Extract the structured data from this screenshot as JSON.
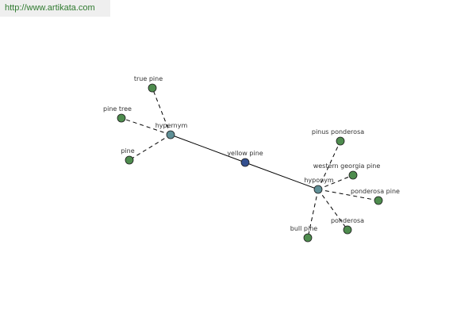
{
  "source_url": "http://www.artikata.com",
  "colors": {
    "main_node": "#334f8f",
    "hub_node": "#5f8f96",
    "leaf_node": "#4e8c4e",
    "edge": "#000000",
    "link_text": "#2f7a2f"
  },
  "graph": {
    "nodes": [
      {
        "id": "yellow-pine",
        "label": "yellow pine",
        "kind": "main"
      },
      {
        "id": "hypernym",
        "label": "hypernym",
        "kind": "hub"
      },
      {
        "id": "hyponym",
        "label": "hyponym",
        "kind": "hub"
      },
      {
        "id": "true-pine",
        "label": "true pine",
        "kind": "leaf"
      },
      {
        "id": "pine-tree",
        "label": "pine tree",
        "kind": "leaf"
      },
      {
        "id": "pine",
        "label": "pine",
        "kind": "leaf"
      },
      {
        "id": "pinus-ponderosa",
        "label": "pinus ponderosa",
        "kind": "leaf"
      },
      {
        "id": "western-georgia-pine",
        "label": "western georgia pine",
        "kind": "leaf"
      },
      {
        "id": "ponderosa-pine",
        "label": "ponderosa pine",
        "kind": "leaf"
      },
      {
        "id": "ponderosa",
        "label": "ponderosa",
        "kind": "leaf"
      },
      {
        "id": "bull-pine",
        "label": "bull pine",
        "kind": "leaf"
      }
    ],
    "edges": [
      {
        "from": "hypernym",
        "to": "yellow-pine",
        "style": "solid"
      },
      {
        "from": "yellow-pine",
        "to": "hyponym",
        "style": "solid"
      },
      {
        "from": "hypernym",
        "to": "true-pine",
        "style": "dashed"
      },
      {
        "from": "hypernym",
        "to": "pine-tree",
        "style": "dashed"
      },
      {
        "from": "hypernym",
        "to": "pine",
        "style": "dashed"
      },
      {
        "from": "hyponym",
        "to": "pinus-ponderosa",
        "style": "dashed"
      },
      {
        "from": "hyponym",
        "to": "western-georgia-pine",
        "style": "dashed"
      },
      {
        "from": "hyponym",
        "to": "ponderosa-pine",
        "style": "dashed"
      },
      {
        "from": "hyponym",
        "to": "ponderosa",
        "style": "dashed"
      },
      {
        "from": "hyponym",
        "to": "bull-pine",
        "style": "dashed"
      }
    ]
  }
}
